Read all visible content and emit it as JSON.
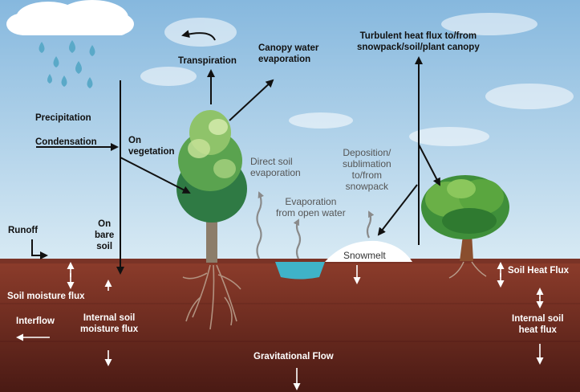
{
  "labels": {
    "precipitation": "Precipitation",
    "condensation": "Condensation",
    "on_vegetation_1": "On",
    "on_vegetation_2": "vegetation",
    "transpiration": "Transpiration",
    "canopy_evap_1": "Canopy water",
    "canopy_evap_2": "evaporation",
    "turbulent_1": "Turbulent heat flux to/from",
    "turbulent_2": "snowpack/soil/plant canopy",
    "direct_soil_1": "Direct soil",
    "direct_soil_2": "evaporation",
    "open_water_1": "Evaporation",
    "open_water_2": "from open water",
    "deposition_1": "Deposition/",
    "deposition_2": "sublimation",
    "deposition_3": "to/from",
    "deposition_4": "snowpack",
    "runoff": "Runoff",
    "bare_soil_1": "On",
    "bare_soil_2": "bare",
    "bare_soil_3": "soil",
    "snowmelt": "Snowmelt",
    "soil_heat_flux": "Soil Heat Flux",
    "soil_moisture_flux": "Soil  moisture flux",
    "interflow": "Interflow",
    "internal_moisture_1": "Internal soil",
    "internal_moisture_2": "moisture flux",
    "internal_heat_1": "Internal soil",
    "internal_heat_2": "heat flux",
    "gravitational_flow": "Gravitational Flow"
  },
  "colors": {
    "sky_top": "#8fbde0",
    "sky_bottom": "#d9ebf5",
    "soil_top": "#8a3a2a",
    "soil_bottom": "#4a1a14",
    "water": "#3fb3c8",
    "snow": "#ffffff",
    "tree_green": "#3f8f4a",
    "rain_drop": "#5aa9c8"
  }
}
